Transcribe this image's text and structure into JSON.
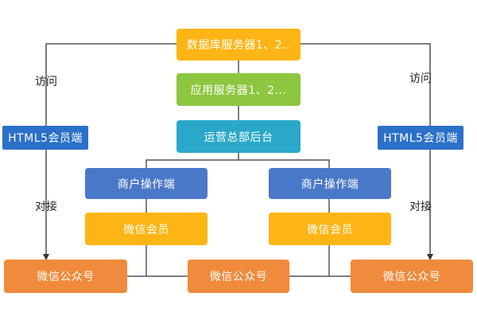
{
  "nodes": {
    "db_server": {
      "text": "数据库服务器1、2..",
      "color": "#FDB515"
    },
    "app_server": {
      "text": "应用服务器1、2...",
      "color": "#8DC63F"
    },
    "hq_backend": {
      "text": "运营总部后台",
      "color": "#29A8C9"
    },
    "merchant_left": {
      "text": "商户操作端",
      "color": "#4A78C8"
    },
    "merchant_right": {
      "text": "商户操作端",
      "color": "#4A78C8"
    },
    "wechat_member_left": {
      "text": "微信会员",
      "color": "#FDB515"
    },
    "wechat_member_right": {
      "text": "微信会员",
      "color": "#FDB515"
    },
    "html5_left": {
      "text": "HTML5会员端",
      "color": "#2B70C9"
    },
    "html5_right": {
      "text": "HTML5会员端",
      "color": "#2B70C9"
    },
    "wechat_oa_left": {
      "text": "微信公众号",
      "color": "#F08A3C"
    },
    "wechat_oa_center": {
      "text": "微信公众号",
      "color": "#F08A3C"
    },
    "wechat_oa_right": {
      "text": "微信公众号",
      "color": "#F08A3C"
    }
  },
  "labels": {
    "access_left": "访问",
    "access_right": "访问",
    "connect_left": "对接",
    "connect_right": "对接"
  },
  "colors": {
    "connector": "#555555",
    "arrow": "#333333"
  }
}
